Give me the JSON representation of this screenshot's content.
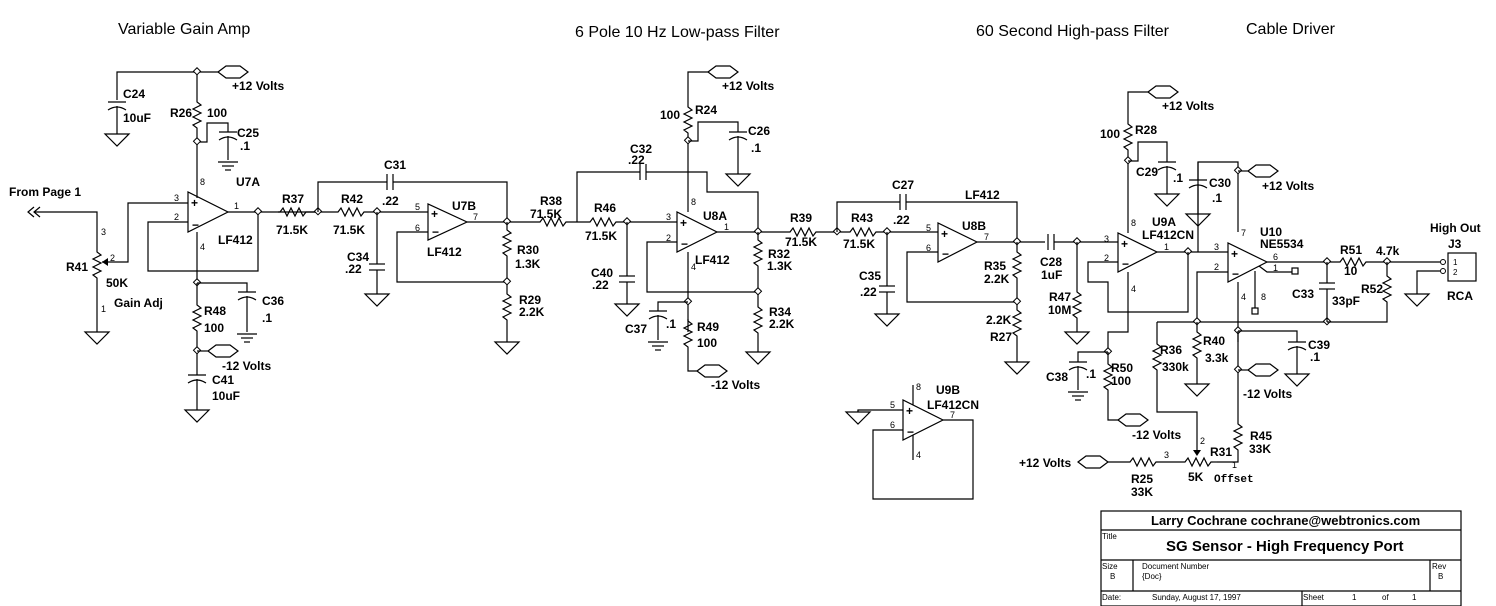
{
  "sections": {
    "variable_gain_amp": "Variable Gain Amp",
    "lowpass": "6 Pole 10 Hz Low-pass Filter",
    "highpass": "60 Second High-pass Filter",
    "cable_driver": "Cable Driver"
  },
  "ports": {
    "from_page1": "From Page 1",
    "high_out": "High Out",
    "plus12": "+12 Volts",
    "minus12": "-12 Volts"
  },
  "parts": {
    "U7A": {
      "ref": "U7A",
      "value": "LF412"
    },
    "U7B": {
      "ref": "U7B",
      "value": "LF412"
    },
    "U8A": {
      "ref": "U8A",
      "value": "LF412"
    },
    "U8B": {
      "ref": "U8B",
      "value": "LF412"
    },
    "U9A": {
      "ref": "U9A",
      "value": "LF412CN"
    },
    "U9B": {
      "ref": "U9B",
      "value": "LF412CN"
    },
    "U10": {
      "ref": "U10",
      "value": "NE5534"
    },
    "J3": {
      "ref": "J3",
      "value": "RCA"
    },
    "R24": {
      "ref": "R24",
      "value": "100"
    },
    "R25": {
      "ref": "R25",
      "value": "33K"
    },
    "R26": {
      "ref": "R26",
      "value": "100"
    },
    "R27": {
      "ref": "R27",
      "value": "2.2K"
    },
    "R28": {
      "ref": "R28",
      "value": "100"
    },
    "R29": {
      "ref": "R29",
      "value": "2.2K"
    },
    "R30": {
      "ref": "R30",
      "value": "1.3K"
    },
    "R31": {
      "ref": "R31",
      "value": "5K",
      "label": "Offset"
    },
    "R32": {
      "ref": "R32",
      "value": "1.3K"
    },
    "R34": {
      "ref": "R34",
      "value": "2.2K"
    },
    "R35": {
      "ref": "R35",
      "value": "2.2K"
    },
    "R36": {
      "ref": "R36",
      "value": "330k"
    },
    "R37": {
      "ref": "R37",
      "value": "71.5K"
    },
    "R38": {
      "ref": "R38",
      "value": "71.5K"
    },
    "R39": {
      "ref": "R39",
      "value": "71.5K"
    },
    "R40": {
      "ref": "R40",
      "value": "3.3k"
    },
    "R41": {
      "ref": "R41",
      "value": "50K",
      "label": "Gain Adj"
    },
    "R42": {
      "ref": "R42",
      "value": "71.5K"
    },
    "R43": {
      "ref": "R43",
      "value": "71.5K"
    },
    "R45": {
      "ref": "R45",
      "value": "33K"
    },
    "R46": {
      "ref": "R46",
      "value": "71.5K"
    },
    "R47": {
      "ref": "R47",
      "value": "10M"
    },
    "R48": {
      "ref": "R48",
      "value": "100"
    },
    "R49": {
      "ref": "R49",
      "value": "100"
    },
    "R50": {
      "ref": "R50",
      "value": "100"
    },
    "R51": {
      "ref": "R51",
      "value": "10"
    },
    "R52": {
      "ref": "R52",
      "value": "4.7k"
    },
    "C24": {
      "ref": "C24",
      "value": "10uF"
    },
    "C25": {
      "ref": "C25",
      "value": ".1"
    },
    "C26": {
      "ref": "C26",
      "value": ".1"
    },
    "C27": {
      "ref": "C27",
      "value": ".22"
    },
    "C28": {
      "ref": "C28",
      "value": "1uF"
    },
    "C29": {
      "ref": "C29",
      "value": ".1"
    },
    "C30": {
      "ref": "C30",
      "value": ".1"
    },
    "C31": {
      "ref": "C31",
      "value": ".22"
    },
    "C32": {
      "ref": "C32",
      "value": ".22"
    },
    "C33": {
      "ref": "C33",
      "value": "33pF"
    },
    "C34": {
      "ref": "C34",
      "value": ".22"
    },
    "C35": {
      "ref": "C35",
      "value": ".22"
    },
    "C36": {
      "ref": "C36",
      "value": ".1"
    },
    "C37": {
      "ref": "C37",
      "value": ".1"
    },
    "C38": {
      "ref": "C38",
      "value": ".1"
    },
    "C39": {
      "ref": "C39",
      "value": ".1"
    },
    "C40": {
      "ref": "C40",
      "value": ".22"
    },
    "C41": {
      "ref": "C41",
      "value": "10uF"
    }
  },
  "pins": {
    "p1": "1",
    "p2": "2",
    "p3": "3",
    "p4": "4",
    "p5": "5",
    "p6": "6",
    "p7": "7",
    "p8": "8"
  },
  "title_block": {
    "author": "Larry Cochrane   cochrane@webtronics.com",
    "title_label": "Title",
    "title": "SG Sensor - High Frequency Port",
    "size_label": "Size",
    "size": "B",
    "docnum_label": "Document Number",
    "docnum": "{Doc}",
    "rev_label": "Rev",
    "rev": "B",
    "date_label": "Date:",
    "date": "Sunday, August 17, 1997",
    "sheet_label": "Sheet",
    "sheet": "1",
    "of_label": "of",
    "sheets": "1"
  }
}
